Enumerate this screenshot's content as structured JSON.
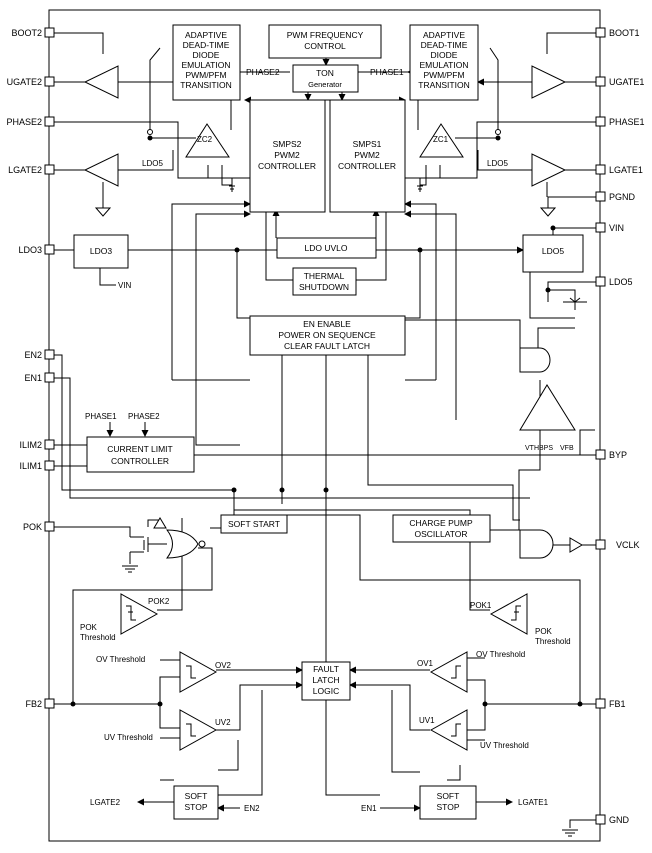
{
  "pins": {
    "boot2": "BOOT2",
    "ugate2": "UGATE2",
    "phase2": "PHASE2",
    "lgate2": "LGATE2",
    "ldo3": "LDO3",
    "en2": "EN2",
    "en1": "EN1",
    "ilim2": "ILIM2",
    "ilim1": "ILIM1",
    "pok": "POK",
    "fb2": "FB2",
    "boot1": "BOOT1",
    "ugate1": "UGATE1",
    "phase1": "PHASE1",
    "lgate1": "LGATE1",
    "pgnd": "PGND",
    "vin": "VIN",
    "ldo5": "LDO5",
    "byp": "BYP",
    "vclk": "VCLK",
    "fb1": "FB1",
    "gnd": "GND"
  },
  "blocks": {
    "dt_left": [
      "ADAPTIVE",
      "DEAD-TIME",
      "DIODE",
      "EMULATION",
      "PWM/PFM",
      "TRANSITION"
    ],
    "dt_right": [
      "ADAPTIVE",
      "DEAD-TIME",
      "DIODE",
      "EMULATION",
      "PWM/PFM",
      "TRANSITION"
    ],
    "pwm_freq": [
      "PWM FREQUENCY",
      "CONTROL"
    ],
    "ton": [
      "TON",
      "Generator"
    ],
    "smps2": [
      "SMPS2",
      "PWM2",
      "CONTROLLER"
    ],
    "smps1": [
      "SMPS1",
      "PWM2",
      "CONTROLLER"
    ],
    "ldo_uvlo": "LDO UVLO",
    "ldo3": "LDO3",
    "ldo5": "LDO5",
    "thermal": [
      "THERMAL",
      "SHUTDOWN"
    ],
    "en_enable": [
      "EN ENABLE",
      "POWER ON SEQUENCE",
      "CLEAR FAULT LATCH"
    ],
    "current_limit": [
      "CURRENT LIMIT",
      "CONTROLLER"
    ],
    "soft_start": "SOFT START",
    "charge_pump": [
      "CHARGE PUMP",
      "OSCILLATOR"
    ],
    "fault_latch": [
      "FAULT",
      "LATCH",
      "LOGIC"
    ],
    "soft_stop_left": [
      "SOFT",
      "STOP"
    ],
    "soft_stop_right": [
      "SOFT",
      "STOP"
    ]
  },
  "labels": {
    "phase2_ton": "PHASE2",
    "phase1_ton": "PHASE1",
    "zc2": "ZC2",
    "zc1": "ZC1",
    "ldo5_left": "LDO5",
    "ldo5_right": "LDO5",
    "vin_ldo3": "VIN",
    "cl_phase1": "PHASE1",
    "cl_phase2": "PHASE2",
    "vthbps": "VTHBPS",
    "vfb": "VFB",
    "pok2": "POK2",
    "pok1": "POK1",
    "pok_threshold_left": [
      "POK",
      "Threshold"
    ],
    "pok_threshold_right": [
      "POK",
      "Threshold"
    ],
    "ov_threshold_left": "OV Threshold",
    "ov2": "OV2",
    "uv_threshold_left": "UV Threshold",
    "uv2": "UV2",
    "ov_threshold_right": "OV Threshold",
    "ov1": "OV1",
    "uv_threshold_right": "UV Threshold",
    "uv1": "UV1",
    "lgate2_out": "LGATE2",
    "en2_in": "EN2",
    "en1_in": "EN1",
    "lgate1_out": "LGATE1"
  }
}
